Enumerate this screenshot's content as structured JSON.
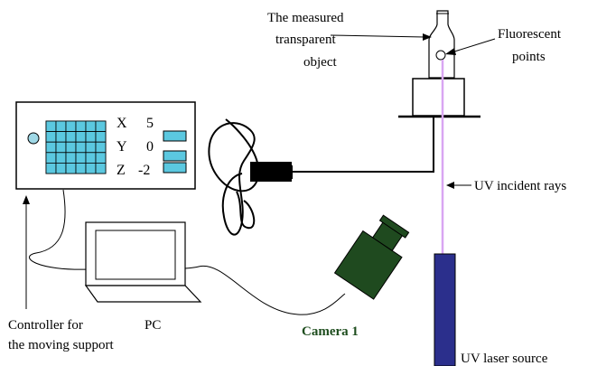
{
  "labels": {
    "object_line1": "The measured",
    "object_line2": "transparent",
    "object_line3": "object",
    "fluor_line1": "Fluorescent",
    "fluor_line2": "points",
    "uv_rays": "UV incident rays",
    "controller_line1": "Controller for",
    "controller_line2": "the moving support",
    "pc": "PC",
    "camera": "Camera 1",
    "laser": "UV laser source"
  },
  "controller_panel": {
    "x_label": "X",
    "x_value": "5",
    "y_label": "Y",
    "y_value": "0",
    "z_label": "Z",
    "z_value": "-2"
  },
  "colors": {
    "camera": "#1f4a1f",
    "camera_label": "#1e4d1e",
    "laser": "#2b2f8c",
    "uv_ray": "#d9a6f2",
    "grid": "#5bc8e0",
    "bar": "#5bc8e0"
  }
}
